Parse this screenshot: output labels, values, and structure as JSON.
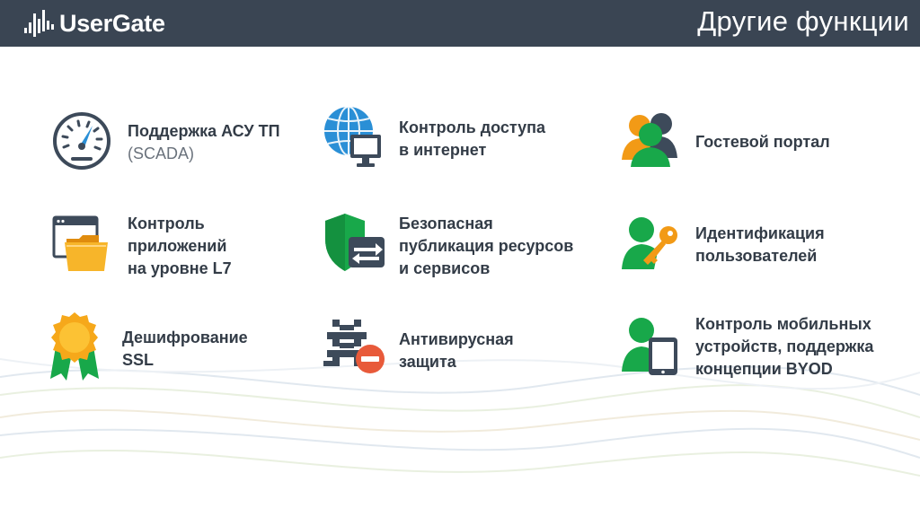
{
  "brand": {
    "name": "UserGate"
  },
  "title": "Другие функции",
  "features": {
    "scada": {
      "line1": "Поддержка АСУ ТП",
      "line2": "(SCADA)",
      "icon": "gauge-icon"
    },
    "internet": {
      "line1": "Контроль доступа",
      "line2": "в интернет",
      "icon": "globe-monitor-icon"
    },
    "guest": {
      "line1": "Гостевой портал",
      "icon": "users-icon"
    },
    "apps": {
      "line1": "Контроль",
      "line2": "приложений",
      "line3": "на уровне L7",
      "icon": "window-folder-icon"
    },
    "publish": {
      "line1": "Безопасная",
      "line2": "публикация ресурсов",
      "line3": "и сервисов",
      "icon": "shield-arrows-icon"
    },
    "identity": {
      "line1": "Идентификация",
      "line2": "пользователей",
      "icon": "user-key-icon"
    },
    "ssl": {
      "line1": "Дешифрование",
      "line2": "SSL",
      "icon": "certificate-badge-icon"
    },
    "antivirus": {
      "line1": "Антивирусная",
      "line2": "защита",
      "icon": "virus-block-icon"
    },
    "mobile": {
      "line1": "Контроль  мобильных",
      "line2": "устройств,  поддержка",
      "line3": "концепции BYOD",
      "icon": "user-tablet-icon"
    }
  },
  "colors": {
    "header": "#3a4553",
    "dark": "#3d4a5a",
    "green": "#18a84a",
    "orange": "#f29a16",
    "blue": "#2a8fd6",
    "red": "#e85a3a"
  }
}
